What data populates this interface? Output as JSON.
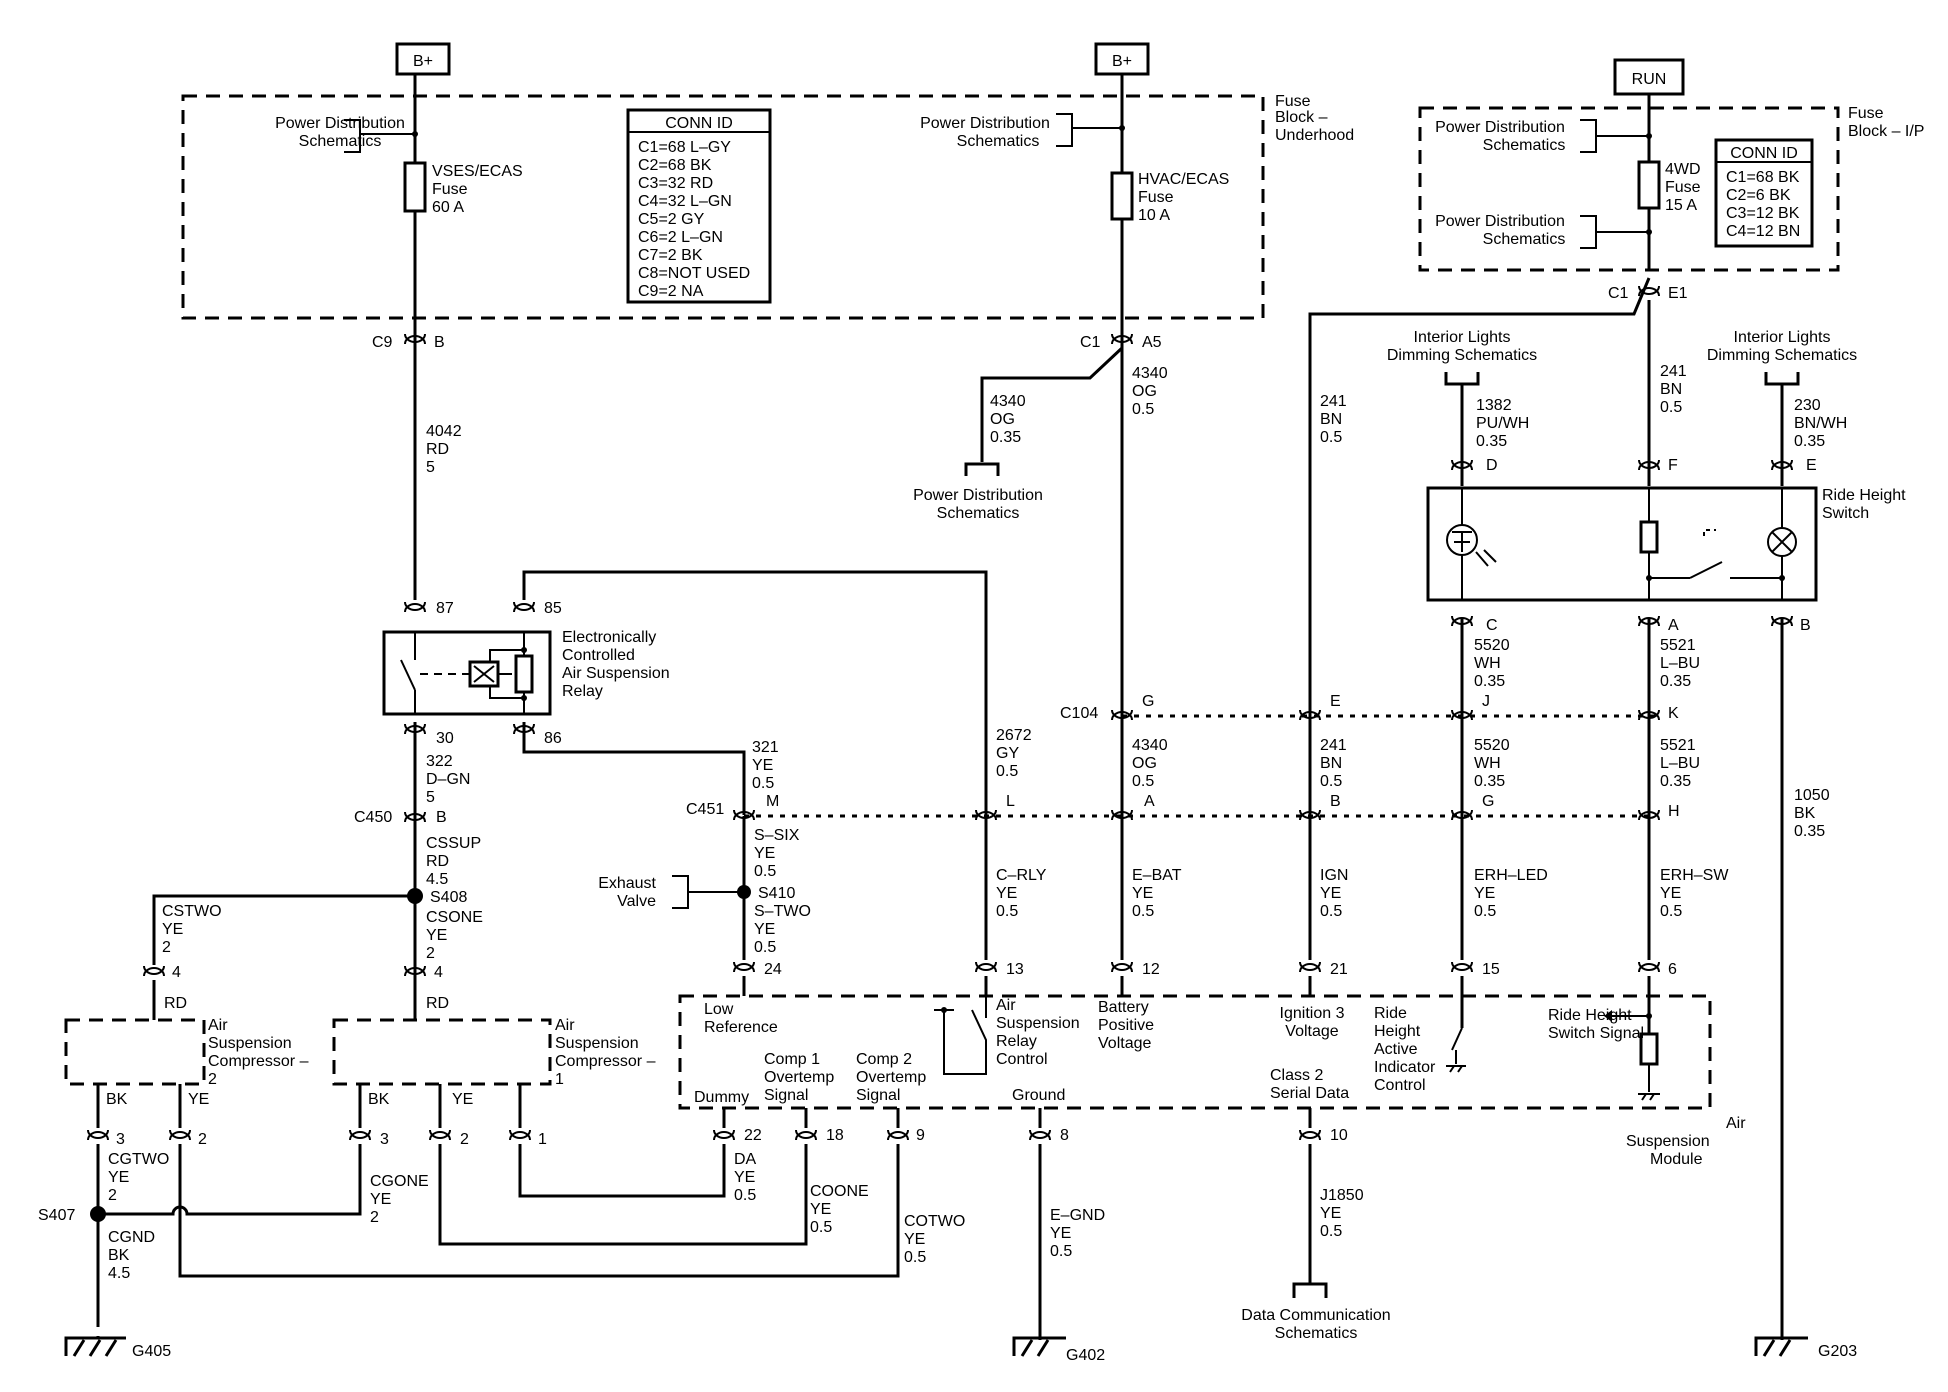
{
  "power": {
    "bplus_1": "B+",
    "bplus_2": "B+",
    "run": "RUN"
  },
  "fuse_blocks": {
    "underhood": {
      "label_1": "Fuse",
      "label_2": "Block –",
      "label_3": "Underhood"
    },
    "ip": {
      "label_1": "Fuse",
      "label_2": "Block – I/P"
    }
  },
  "pds": {
    "line_1": "Power Distribution",
    "line_2": "Schematics"
  },
  "fuses": {
    "vses": {
      "line_1": "VSES/ECAS",
      "line_2": "Fuse",
      "line_3": "60 A"
    },
    "hvac": {
      "line_1": "HVAC/ECAS",
      "line_2": "Fuse",
      "line_3": "10 A"
    },
    "fwd": {
      "line_1": "4WD",
      "line_2": "Fuse",
      "line_3": "15 A"
    }
  },
  "conn_table_1": {
    "title": "CONN ID",
    "rows": [
      "C1=68 L–GY",
      "C2=68 BK",
      "C3=32 RD",
      "C4=32 L–GN",
      "C5=2 GY",
      "C6=2 L–GN",
      "C7=2 BK",
      "C8=NOT USED",
      "C9=2 NA"
    ]
  },
  "conn_table_2": {
    "title": "CONN ID",
    "rows": [
      "C1=68 BK",
      "C2=6 BK",
      "C3=12 BK",
      "C4=12 BN"
    ]
  },
  "connectors": {
    "c9": "C9",
    "b": "B",
    "c1": "C1",
    "a5": "A5",
    "e1": "E1",
    "c104": "C104",
    "c450": "C450",
    "c451": "C451"
  },
  "wires": {
    "w4042": {
      "num": "4042",
      "color": "RD",
      "size": "5"
    },
    "w4340_a": {
      "num": "4340",
      "color": "OG",
      "size": "0.35"
    },
    "w4340_b": {
      "num": "4340",
      "color": "OG",
      "size": "0.5"
    },
    "w4340_c": {
      "num": "4340",
      "color": "OG",
      "size": "0.5"
    },
    "w241_a": {
      "num": "241",
      "color": "BN",
      "size": "0.5"
    },
    "w241_b": {
      "num": "241",
      "color": "BN",
      "size": "0.5"
    },
    "w241_c": {
      "num": "241",
      "color": "BN",
      "size": "0.5"
    },
    "w1382": {
      "num": "1382",
      "color": "PU/WH",
      "size": "0.35"
    },
    "w230": {
      "num": "230",
      "color": "BN/WH",
      "size": "0.35"
    },
    "w5520_a": {
      "num": "5520",
      "color": "WH",
      "size": "0.35"
    },
    "w5520_b": {
      "num": "5520",
      "color": "WH",
      "size": "0.35"
    },
    "w5521_a": {
      "num": "5521",
      "color": "L–BU",
      "size": "0.35"
    },
    "w5521_b": {
      "num": "5521",
      "color": "L–BU",
      "size": "0.35"
    },
    "w1050": {
      "num": "1050",
      "color": "BK",
      "size": "0.35"
    },
    "w322": {
      "num": "322",
      "color": "D–GN",
      "size": "5"
    },
    "w321": {
      "num": "321",
      "color": "YE",
      "size": "0.5"
    },
    "w2672": {
      "num": "2672",
      "color": "GY",
      "size": "0.5"
    },
    "cssup": {
      "num": "CSSUP",
      "color": "RD",
      "size": "4.5"
    },
    "cstwo": {
      "num": "CSTWO",
      "color": "YE",
      "size": "2"
    },
    "csone": {
      "num": "CSONE",
      "color": "YE",
      "size": "2"
    },
    "ssix": {
      "num": "S–SIX",
      "color": "YE",
      "size": "0.5"
    },
    "stwo": {
      "num": "S–TWO",
      "color": "YE",
      "size": "0.5"
    },
    "crly": {
      "num": "C–RLY",
      "color": "YE",
      "size": "0.5"
    },
    "ebat": {
      "num": "E–BAT",
      "color": "YE",
      "size": "0.5"
    },
    "ign": {
      "num": "IGN",
      "color": "YE",
      "size": "0.5"
    },
    "erhled": {
      "num": "ERH–LED",
      "color": "YE",
      "size": "0.5"
    },
    "erhsw": {
      "num": "ERH–SW",
      "color": "YE",
      "size": "0.5"
    },
    "cgtwo": {
      "num": "CGTWO",
      "color": "YE",
      "size": "2"
    },
    "cgone": {
      "num": "CGONE",
      "color": "YE",
      "size": "2"
    },
    "cgnd": {
      "num": "CGND",
      "color": "BK",
      "size": "4.5"
    },
    "da": {
      "num": "DA",
      "color": "YE",
      "size": "0.5"
    },
    "coone": {
      "num": "COONE",
      "color": "YE",
      "size": "0.5"
    },
    "cotwo": {
      "num": "COTWO",
      "color": "YE",
      "size": "0.5"
    },
    "egnd": {
      "num": "E–GND",
      "color": "YE",
      "size": "0.5"
    },
    "j1850": {
      "num": "J1850",
      "color": "YE",
      "size": "0.5"
    }
  },
  "pins": {
    "p87": "87",
    "p85": "85",
    "p30": "30",
    "p86": "86",
    "pD": "D",
    "pF": "F",
    "pE": "E",
    "pC": "C",
    "pA": "A",
    "pB": "B",
    "c104_G": "G",
    "c104_E": "E",
    "c104_J": "J",
    "c104_K": "K",
    "c450_B": "B",
    "c451_M": "M",
    "c451_L": "L",
    "c451_A": "A",
    "c451_B": "B",
    "c451_G": "G",
    "c451_H": "H",
    "m24": "24",
    "m13": "13",
    "m12": "12",
    "m21": "21",
    "m15": "15",
    "m6": "6",
    "m22": "22",
    "m18": "18",
    "m9": "9",
    "m8": "8",
    "m10": "10",
    "c2_4": "4",
    "c1_4": "4",
    "c2_3": "3",
    "c2_2": "2",
    "c1_3": "3",
    "c1_2": "2",
    "c1_1": "1"
  },
  "relay": {
    "line_1": "Electronically",
    "line_2": "Controlled",
    "line_3": "Air Suspension",
    "line_4": "Relay"
  },
  "switch": {
    "line_1": "Ride Height",
    "line_2": "Switch"
  },
  "interior_lights": {
    "line_1": "Interior Lights",
    "line_2": "Dimming Schematics"
  },
  "exhaust_valve": {
    "line_1": "Exhaust",
    "line_2": "Valve"
  },
  "splices": {
    "s408": "S408",
    "s410": "S410",
    "s407": "S407"
  },
  "compressors": {
    "c2": {
      "line_1": "Air",
      "line_2": "Suspension",
      "line_3": "Compressor –",
      "line_4": "2",
      "rd": "RD",
      "bk": "BK",
      "ye": "YE"
    },
    "c1": {
      "line_1": "Air",
      "line_2": "Suspension",
      "line_3": "Compressor –",
      "line_4": "1",
      "rd": "RD",
      "bk": "BK",
      "ye": "YE"
    }
  },
  "module": {
    "title_1": "Air",
    "title_2": "Suspension",
    "title_3": "Module",
    "low_ref_1": "Low",
    "low_ref_2": "Reference",
    "relay_ctl_1": "Air",
    "relay_ctl_2": "Suspension",
    "relay_ctl_3": "Relay",
    "relay_ctl_4": "Control",
    "batt_1": "Battery",
    "batt_2": "Positive",
    "batt_3": "Voltage",
    "ign_1": "Ignition 3",
    "ign_2": "Voltage",
    "rh_led_1": "Ride",
    "rh_led_2": "Height",
    "rh_led_3": "Active",
    "rh_led_4": "Indicator",
    "rh_led_5": "Control",
    "rh_sw_1": "Ride Height",
    "rh_sw_2": "Switch Signal",
    "dummy": "Dummy",
    "comp1_1": "Comp 1",
    "comp1_2": "Overtemp",
    "comp1_3": "Signal",
    "comp2_1": "Comp 2",
    "comp2_2": "Overtemp",
    "comp2_3": "Signal",
    "ground": "Ground",
    "class2_1": "Class 2",
    "class2_2": "Serial Data"
  },
  "data_comm": {
    "line_1": "Data Communication",
    "line_2": "Schematics"
  },
  "grounds": {
    "g405": "G405",
    "g402": "G402",
    "g203": "G203"
  }
}
